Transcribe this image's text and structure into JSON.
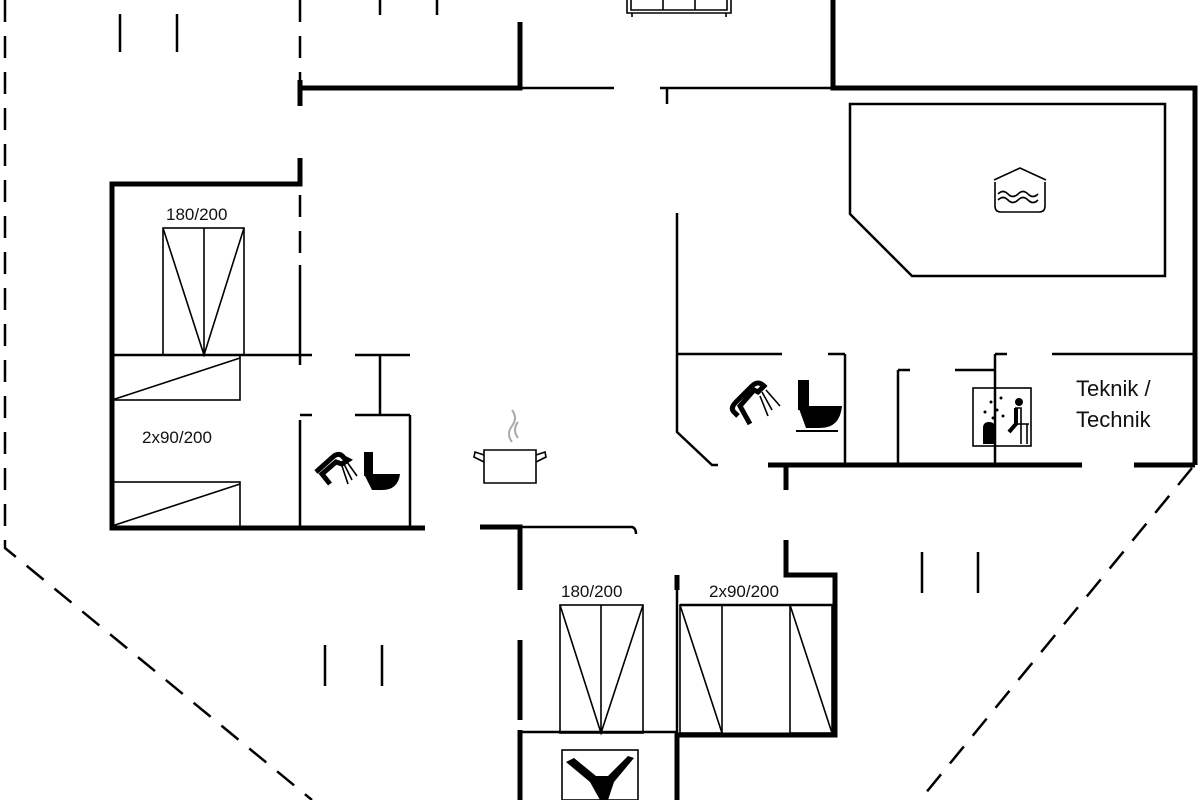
{
  "floor_plan": {
    "rooms": {
      "bedroom_left_top": {
        "bed_label": "180/200"
      },
      "bedroom_left_bottom": {
        "bed_label": "2x90/200"
      },
      "bedroom_bottom_center": {
        "bed_label": "180/200"
      },
      "bedroom_bottom_right": {
        "bed_label": "2x90/200"
      },
      "technical_room": {
        "label_line1": "Teknik /",
        "label_line2": "Technik"
      }
    },
    "icons": [
      "sofa-icon",
      "pool-icon",
      "shower-icon",
      "toilet-icon",
      "sauna-icon",
      "kitchen-pot-icon",
      "chair-icon"
    ],
    "line_color": "#000000",
    "background": "#ffffff"
  }
}
